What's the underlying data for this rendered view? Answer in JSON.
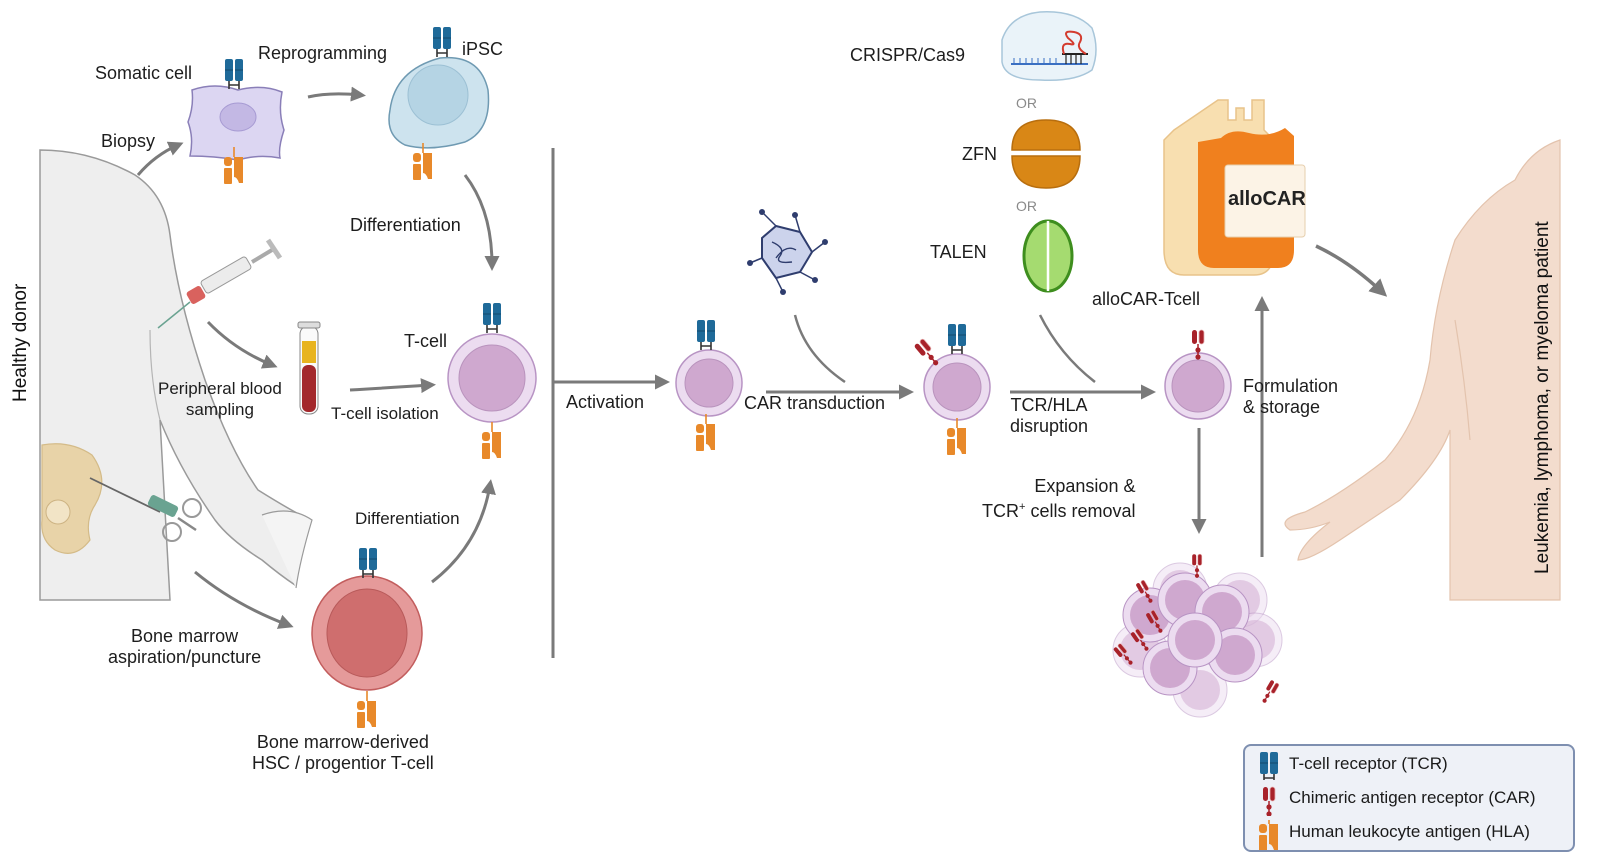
{
  "sections": {
    "donor_label": "Healthy donor",
    "patient_label": "Leukemia, lymphoma, or myeloma patient"
  },
  "sources": {
    "somatic_cell": "Somatic cell",
    "biopsy": "Biopsy",
    "reprogramming": "Reprogramming",
    "ipsc": "iPSC",
    "differentiation_top": "Differentiation",
    "peripheral_blood_line1": "Peripheral blood",
    "peripheral_blood_line2": "sampling",
    "tcell_isolation": "T-cell isolation",
    "tcell": "T-cell",
    "differentiation_bottom": "Differentiation",
    "bone_marrow_line1": "Bone marrow",
    "bone_marrow_line2": "aspiration/puncture",
    "hsc_line1": "Bone marrow-derived",
    "hsc_line2": "HSC / progentior T-cell"
  },
  "process": {
    "activation": "Activation",
    "car_transduction": "CAR transduction",
    "tcr_hla_line1": "TCR/HLA",
    "tcr_hla_line2": "disruption",
    "crispr": "CRISPR/Cas9",
    "or1": "OR",
    "zfn": "ZFN",
    "or2": "OR",
    "talen": "TALEN",
    "allocar_tcell": "alloCAR-Tcell",
    "expansion_line1": "Expansion  &",
    "expansion_line2_pre": "TCR",
    "expansion_line2_sup": "+",
    "expansion_line2_post": " cells removal",
    "formulation_line1": "Formulation",
    "formulation_line2": "& storage",
    "bag_label": "alloCAR"
  },
  "legend": {
    "items": [
      {
        "label": "T-cell receptor (TCR)",
        "icon": "tcr-icon"
      },
      {
        "label": "Chimeric antigen receptor (CAR)",
        "icon": "car-icon"
      },
      {
        "label": "Human leukocyte antigen (HLA)",
        "icon": "hla-icon"
      }
    ]
  },
  "colors": {
    "tcr": "#1f6a99",
    "car": "#a8222a",
    "hla": "#e8892a",
    "tcell_outer": "#ecdcf0",
    "tcell_inner": "#cfa8cf",
    "hsc_outer": "#e59a9a",
    "hsc_inner": "#cf6e6e",
    "ipsc": "#cde3ee",
    "somatic": "#dcd6f2",
    "arrow": "#7a7a7a",
    "bag": "#f0801e",
    "skin": "#f3dccd",
    "donor_body": "#ededed"
  }
}
